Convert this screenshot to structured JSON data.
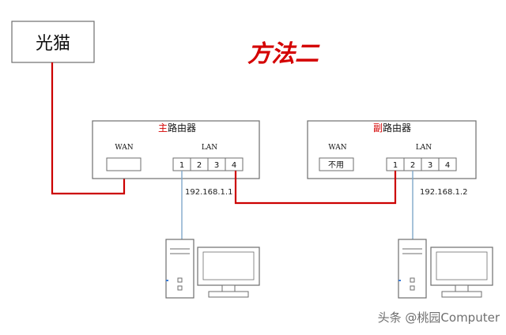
{
  "title": "方法二",
  "modem": {
    "label": "光猫"
  },
  "main_router": {
    "title_highlight": "主",
    "title_rest": "路由器",
    "wan_label": "WAN",
    "lan_label": "LAN",
    "ports": [
      "1",
      "2",
      "3",
      "4"
    ],
    "ip": "192.168.1.1"
  },
  "sub_router": {
    "title_highlight": "副",
    "title_rest": "路由器",
    "wan_label": "WAN",
    "wan_port_text": "不用",
    "lan_label": "LAN",
    "ports": [
      "1",
      "2",
      "3",
      "4"
    ],
    "ip": "192.168.1.2"
  },
  "watermark": "头条 @桃园Computer",
  "colors": {
    "cable_red": "#cc0000",
    "cable_blue": "#7fa7c9",
    "title_red": "#d40000",
    "device_gray": "#6e6e6e"
  }
}
